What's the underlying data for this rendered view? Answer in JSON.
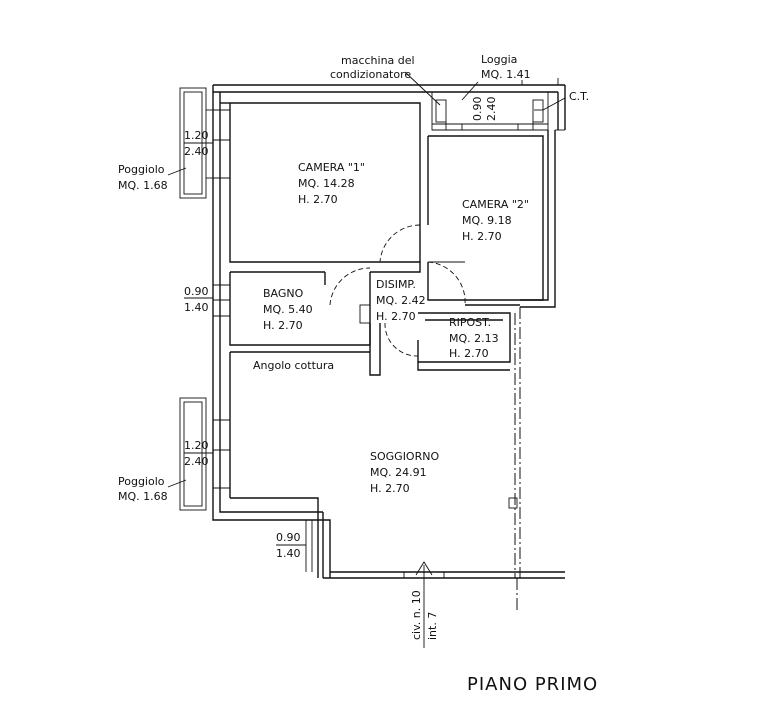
{
  "title": "PIANO  PRIMO",
  "rooms": {
    "camera1": {
      "name": "CAMERA \"1\"",
      "area": "MQ. 14.28",
      "height": "H. 2.70"
    },
    "camera2": {
      "name": "CAMERA \"2\"",
      "area": "MQ. 9.18",
      "height": "H. 2.70"
    },
    "bagno": {
      "name": "BAGNO",
      "area": "MQ. 5.40",
      "height": "H. 2.70"
    },
    "disimp": {
      "name": "DISIMP.",
      "area": "MQ. 2.42",
      "height": "H. 2.70"
    },
    "ripost": {
      "name": "RIPOST.",
      "area": "MQ. 2.13",
      "height": "H. 2.70"
    },
    "soggiorno": {
      "name": "SOGGIORNO",
      "area": "MQ. 24.91",
      "height": "H. 2.70"
    },
    "angolo": {
      "name": "Angolo cottura"
    }
  },
  "annotations": {
    "macchina": {
      "line1": "macchina del",
      "line2": "condizionatore"
    },
    "loggia": {
      "name": "Loggia",
      "area": "MQ. 1.41"
    },
    "ct": "C.T.",
    "poggiolo_top": {
      "name": "Poggiolo",
      "area": "MQ. 1.68"
    },
    "poggiolo_bottom": {
      "name": "Poggiolo",
      "area": "MQ. 1.68"
    },
    "entrance": {
      "civ": "civ. n. 10",
      "int": "int. 7"
    }
  },
  "windows": {
    "w_poggiolo_top": {
      "a": "1.20",
      "b": "2.40"
    },
    "w_bagno": {
      "a": "0.90",
      "b": "1.40"
    },
    "w_poggiolo_bottom": {
      "a": "1.20",
      "b": "2.40"
    },
    "w_soggiorno": {
      "a": "0.90",
      "b": "1.40"
    },
    "w_loggia": {
      "a": "0.90",
      "b": "2.40"
    }
  }
}
